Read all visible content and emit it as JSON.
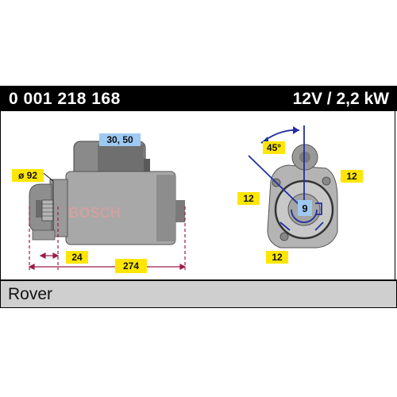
{
  "header": {
    "part_number": "0 001 218 168",
    "spec": "12V / 2,2 kW"
  },
  "drawing": {
    "brand_text": "BOSCH",
    "labels": {
      "terminal": "30, 50",
      "diameter": "ø 92",
      "flange_length": "24",
      "overall_length": "274",
      "angle": "45°",
      "left_dim": "12",
      "right_dim": "12",
      "bottom_dim": "12",
      "teeth": "9"
    }
  },
  "footer": {
    "vehicle": "Rover"
  },
  "colors": {
    "highlight_yellow": "#ffe600",
    "highlight_blue": "#9ec9f2",
    "dimension_line": "#9b1c4a",
    "angle_line": "#2030a0"
  }
}
